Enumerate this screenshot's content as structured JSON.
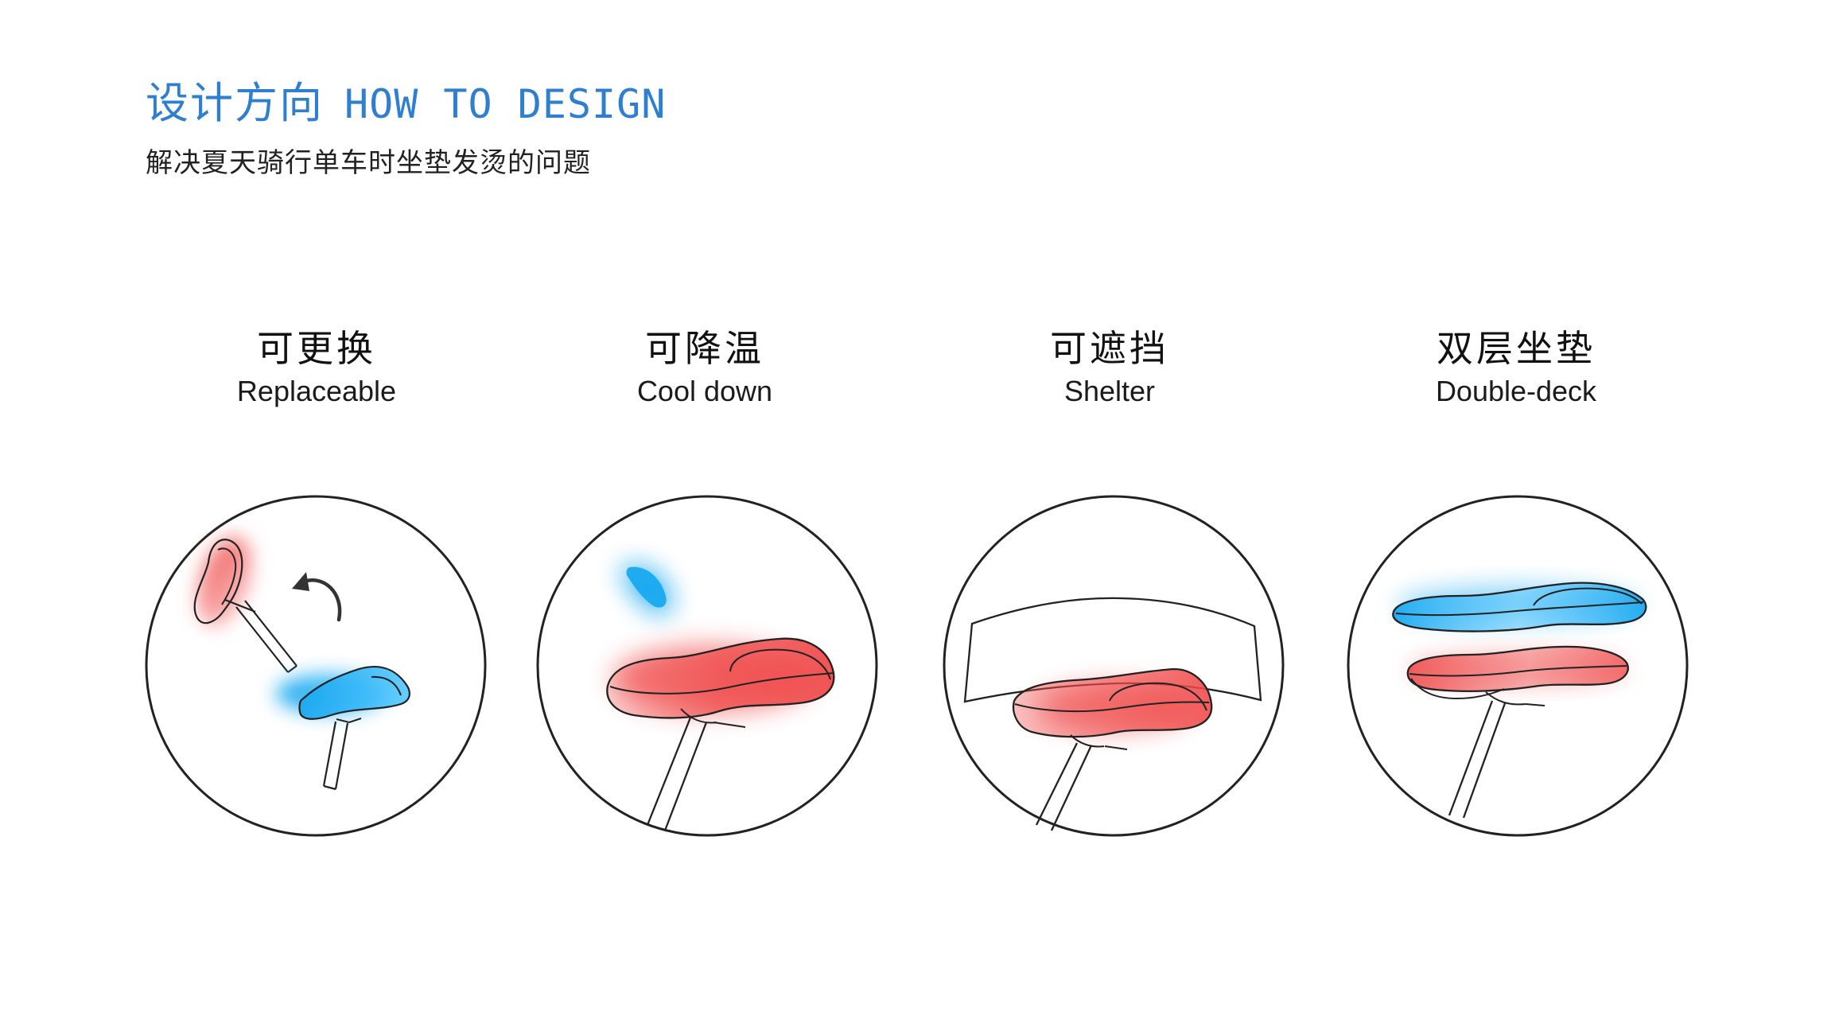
{
  "header": {
    "title_cn": "设计方向",
    "title_en": "HOW TO DESIGN",
    "subtitle": "解决夏天骑行单车时坐垫发烫的问题"
  },
  "features": [
    {
      "label_cn": "可更换",
      "label_en": "Replaceable"
    },
    {
      "label_cn": "可降温",
      "label_en": "Cool down"
    },
    {
      "label_cn": "可遮挡",
      "label_en": "Shelter"
    },
    {
      "label_cn": "双层坐垫",
      "label_en": "Double-deck"
    }
  ],
  "colors": {
    "title_blue": "#2f7fd1",
    "hot_red": "#f04a4a",
    "cool_blue": "#19a9ef",
    "line": "#222222"
  }
}
